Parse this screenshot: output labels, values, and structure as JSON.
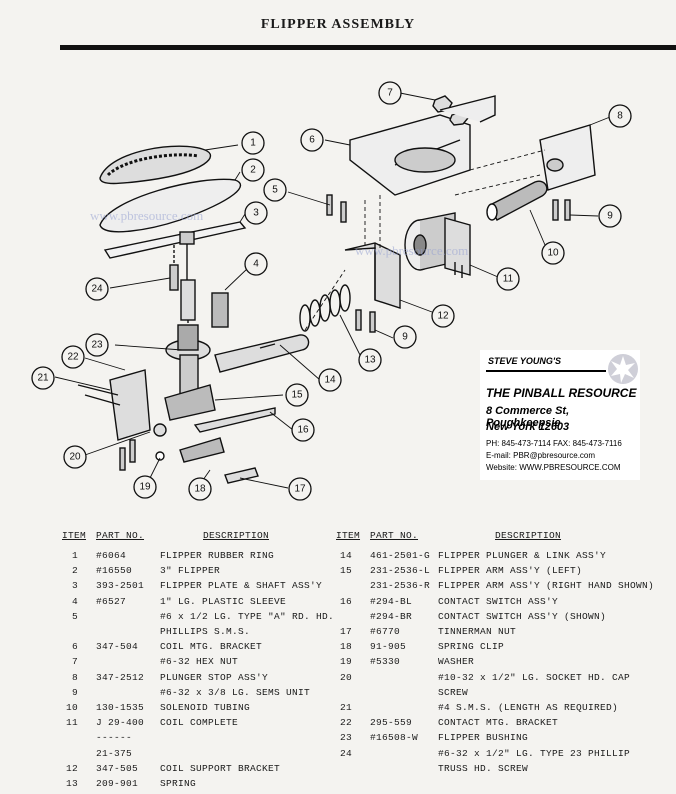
{
  "page": {
    "title": "FLIPPER ASSEMBLY"
  },
  "callouts": [
    "1",
    "2",
    "3",
    "4",
    "5",
    "6",
    "7",
    "8",
    "9",
    "10",
    "11",
    "12",
    "13",
    "14",
    "15",
    "16",
    "17",
    "18",
    "19",
    "20",
    "21",
    "22",
    "23",
    "24"
  ],
  "watermarks": [
    "www.pbresource.com",
    "www.pbresource.com"
  ],
  "ad": {
    "name": "STEVE YOUNG'S",
    "title": "THE PINBALL RESOURCE",
    "address1": "8 Commerce St, Poughkeepsie",
    "address2": "New York 12603",
    "phone": "PH: 845-473-7114   FAX: 845-473-7116",
    "email": "E-mail:   PBR@pbresource.com",
    "website": "Website: WWW.PBRESOURCE.COM"
  },
  "table": {
    "headers": {
      "item": "ITEM",
      "part": "PART NO.",
      "desc": "DESCRIPTION"
    },
    "left": [
      {
        "item": "1",
        "part": "#6064",
        "desc": "FLIPPER RUBBER RING"
      },
      {
        "item": "2",
        "part": "#16550",
        "desc": "3\" FLIPPER"
      },
      {
        "item": "3",
        "part": "393-2501",
        "desc": "FLIPPER PLATE & SHAFT ASS'Y"
      },
      {
        "item": "4",
        "part": "#6527",
        "desc": "1\" LG. PLASTIC SLEEVE"
      },
      {
        "item": "5",
        "part": "",
        "desc": "#6 x 1/2 LG. TYPE \"A\" RD. HD."
      },
      {
        "item": "",
        "part": "",
        "desc": "PHILLIPS S.M.S."
      },
      {
        "item": "6",
        "part": "347-504",
        "desc": "COIL MTG. BRACKET"
      },
      {
        "item": "7",
        "part": "",
        "desc": "#6-32 HEX NUT"
      },
      {
        "item": "8",
        "part": "347-2512",
        "desc": "PLUNGER STOP ASS'Y"
      },
      {
        "item": "9",
        "part": "",
        "desc": "#6-32 x 3/8 LG. SEMS UNIT"
      },
      {
        "item": "10",
        "part": "130-1535",
        "desc": "SOLENOID TUBING"
      },
      {
        "item": "11",
        "part": "J 29-400",
        "desc": "COIL COMPLETE"
      },
      {
        "item": "",
        "part": "------",
        "desc": ""
      },
      {
        "item": "",
        "part": "21-375",
        "desc": ""
      },
      {
        "item": "12",
        "part": "347-505",
        "desc": "COIL SUPPORT BRACKET"
      },
      {
        "item": "13",
        "part": "209-901",
        "desc": "SPRING"
      }
    ],
    "right": [
      {
        "item": "14",
        "part": "461-2501-G",
        "desc": "FLIPPER PLUNGER & LINK ASS'Y"
      },
      {
        "item": "15",
        "part": "231-2536-L",
        "desc": "FLIPPER ARM ASS'Y (LEFT)"
      },
      {
        "item": "",
        "part": "231-2536-R",
        "desc": "FLIPPER ARM ASS'Y (RIGHT HAND SHOWN)"
      },
      {
        "item": "16",
        "part": "#294-BL",
        "desc": "CONTACT SWITCH ASS'Y"
      },
      {
        "item": "",
        "part": "#294-BR",
        "desc": "CONTACT SWITCH ASS'Y (SHOWN)"
      },
      {
        "item": "17",
        "part": "#6770",
        "desc": "TINNERMAN NUT"
      },
      {
        "item": "18",
        "part": "91-905",
        "desc": "SPRING CLIP"
      },
      {
        "item": "19",
        "part": "#5330",
        "desc": "WASHER"
      },
      {
        "item": "20",
        "part": "",
        "desc": "#10-32 x 1/2\" LG. SOCKET HD. CAP"
      },
      {
        "item": "",
        "part": "",
        "desc": "SCREW"
      },
      {
        "item": "21",
        "part": "",
        "desc": "#4 S.M.S. (LENGTH AS REQUIRED)"
      },
      {
        "item": "22",
        "part": "295-559",
        "desc": "CONTACT MTG. BRACKET"
      },
      {
        "item": "23",
        "part": "#16508-W",
        "desc": "FLIPPER BUSHING"
      },
      {
        "item": "24",
        "part": "",
        "desc": "#6-32 x 1/2\" LG. TYPE 23 PHILLIP"
      },
      {
        "item": "",
        "part": "",
        "desc": "TRUSS HD. SCREW"
      }
    ]
  }
}
